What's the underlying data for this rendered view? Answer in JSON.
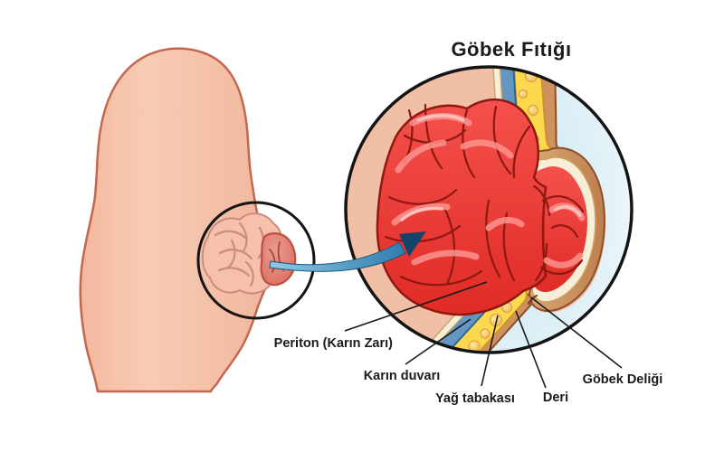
{
  "title": "Göbek Fıtığı",
  "labels": {
    "periton": "Periton (Karın Zarı)",
    "karin_duvari": "Karın duvarı",
    "yag_tabakasi": "Yağ tabakası",
    "deri": "Deri",
    "gobek_deligi": "Göbek Deliği"
  },
  "colors": {
    "background": "#FFFFFF",
    "outline_black": "#141414",
    "label_text": "#1B1B1B",
    "leader_line": "#1A1A1A",
    "skin": "#F7C7B0",
    "skin_outline": "#C2684F",
    "cavity_peach": "#F1BEA6",
    "exterior_blue": "#CEE9F2",
    "intestine_red": "#EE3A36",
    "intestine_dark": "#8E1812",
    "intestine_highlight": "#FB938E",
    "intestine_highlight_bright": "#FDC6C0",
    "muscle_blue": "#6396C1",
    "muscle_blue_dark": "#35648C",
    "fat_yellow": "#FBD84E",
    "fat_yellow_dark": "#D1922C",
    "fat_bubble": "#F6CE74",
    "peritoneum_cream": "#F6EED7",
    "peritoneum_cream_dark": "#C5A96F",
    "skin_layer_tan": "#CE9261",
    "skin_layer_dark": "#8C4F2B",
    "hernia_bump": "#E08375",
    "bump_outline": "#BC4F43",
    "ghost_fill": "#F5C0AC",
    "ghost_outline": "#CE8A7B",
    "arrow_blue": "#4E9CC8",
    "arrow_head": "#16436A"
  }
}
